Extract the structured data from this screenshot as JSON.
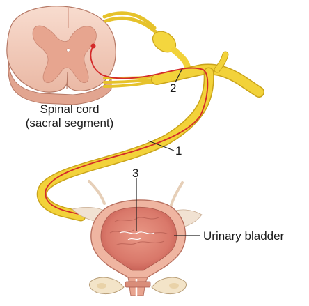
{
  "labels": {
    "spinal_cord_line1": "Spinal cord",
    "spinal_cord_line2": "(sacral segment)",
    "urinary_bladder": "Urinary bladder",
    "marker_1": "1",
    "marker_2": "2",
    "marker_3": "3"
  },
  "colors": {
    "nerve_yellow": "#f2d23a",
    "nerve_outline": "#c9a31a",
    "axon_red": "#d42a2a",
    "cord_tissue": "#f5cfc0",
    "cord_gray_matter": "#e7a58f",
    "bladder_outer": "#f0b9a5",
    "bladder_inner": "#d9786a",
    "pelvic_bone": "#f3e4c8"
  }
}
